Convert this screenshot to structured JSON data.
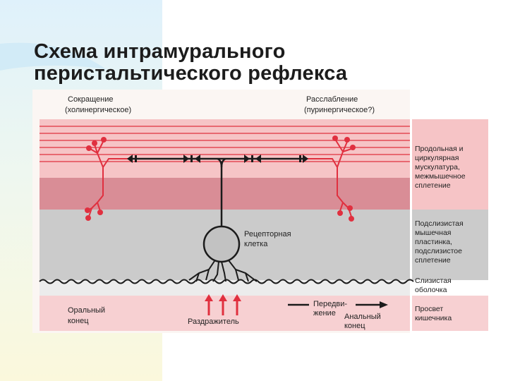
{
  "slide": {
    "title_line1": "Схема интрамурального",
    "title_line2": "перистальтического рефлекса"
  },
  "diagram": {
    "contraction_label": "Сокращение",
    "contraction_sub": "(холинергическое)",
    "relaxation_label": "Расслабление",
    "relaxation_sub": "(пуринергическое?)",
    "receptor_cell_line1": "Рецепторная",
    "receptor_cell_line2": "клетка",
    "oral_end_line1": "Оральный",
    "oral_end_line2": "конец",
    "stimulus_label": "Раздражитель",
    "movement_line1": "Передви-",
    "movement_line2": "жение",
    "anal_end_line1": "Анальный",
    "anal_end_line2": "конец",
    "layers": [
      {
        "lines": [
          "Продольная и",
          "циркулярная",
          "мускулатура,",
          "межмышечное",
          "сплетение"
        ]
      },
      {
        "lines": [
          "Подслизистая",
          "мышечная",
          "пластинка,",
          "подслизистое",
          "сплетение"
        ]
      },
      {
        "lines": [
          "Слизистая",
          "оболочка"
        ]
      },
      {
        "lines": [
          "Просвет",
          "кишечника"
        ]
      }
    ],
    "colors": {
      "muscle_light": "#f6c4c6",
      "muscle_dark": "#d98d96",
      "submucosa": "#cbcbcb",
      "lumen": "#f7d0d2",
      "accent_red": "#e0303f",
      "neuron": "#1b1b1b"
    }
  }
}
